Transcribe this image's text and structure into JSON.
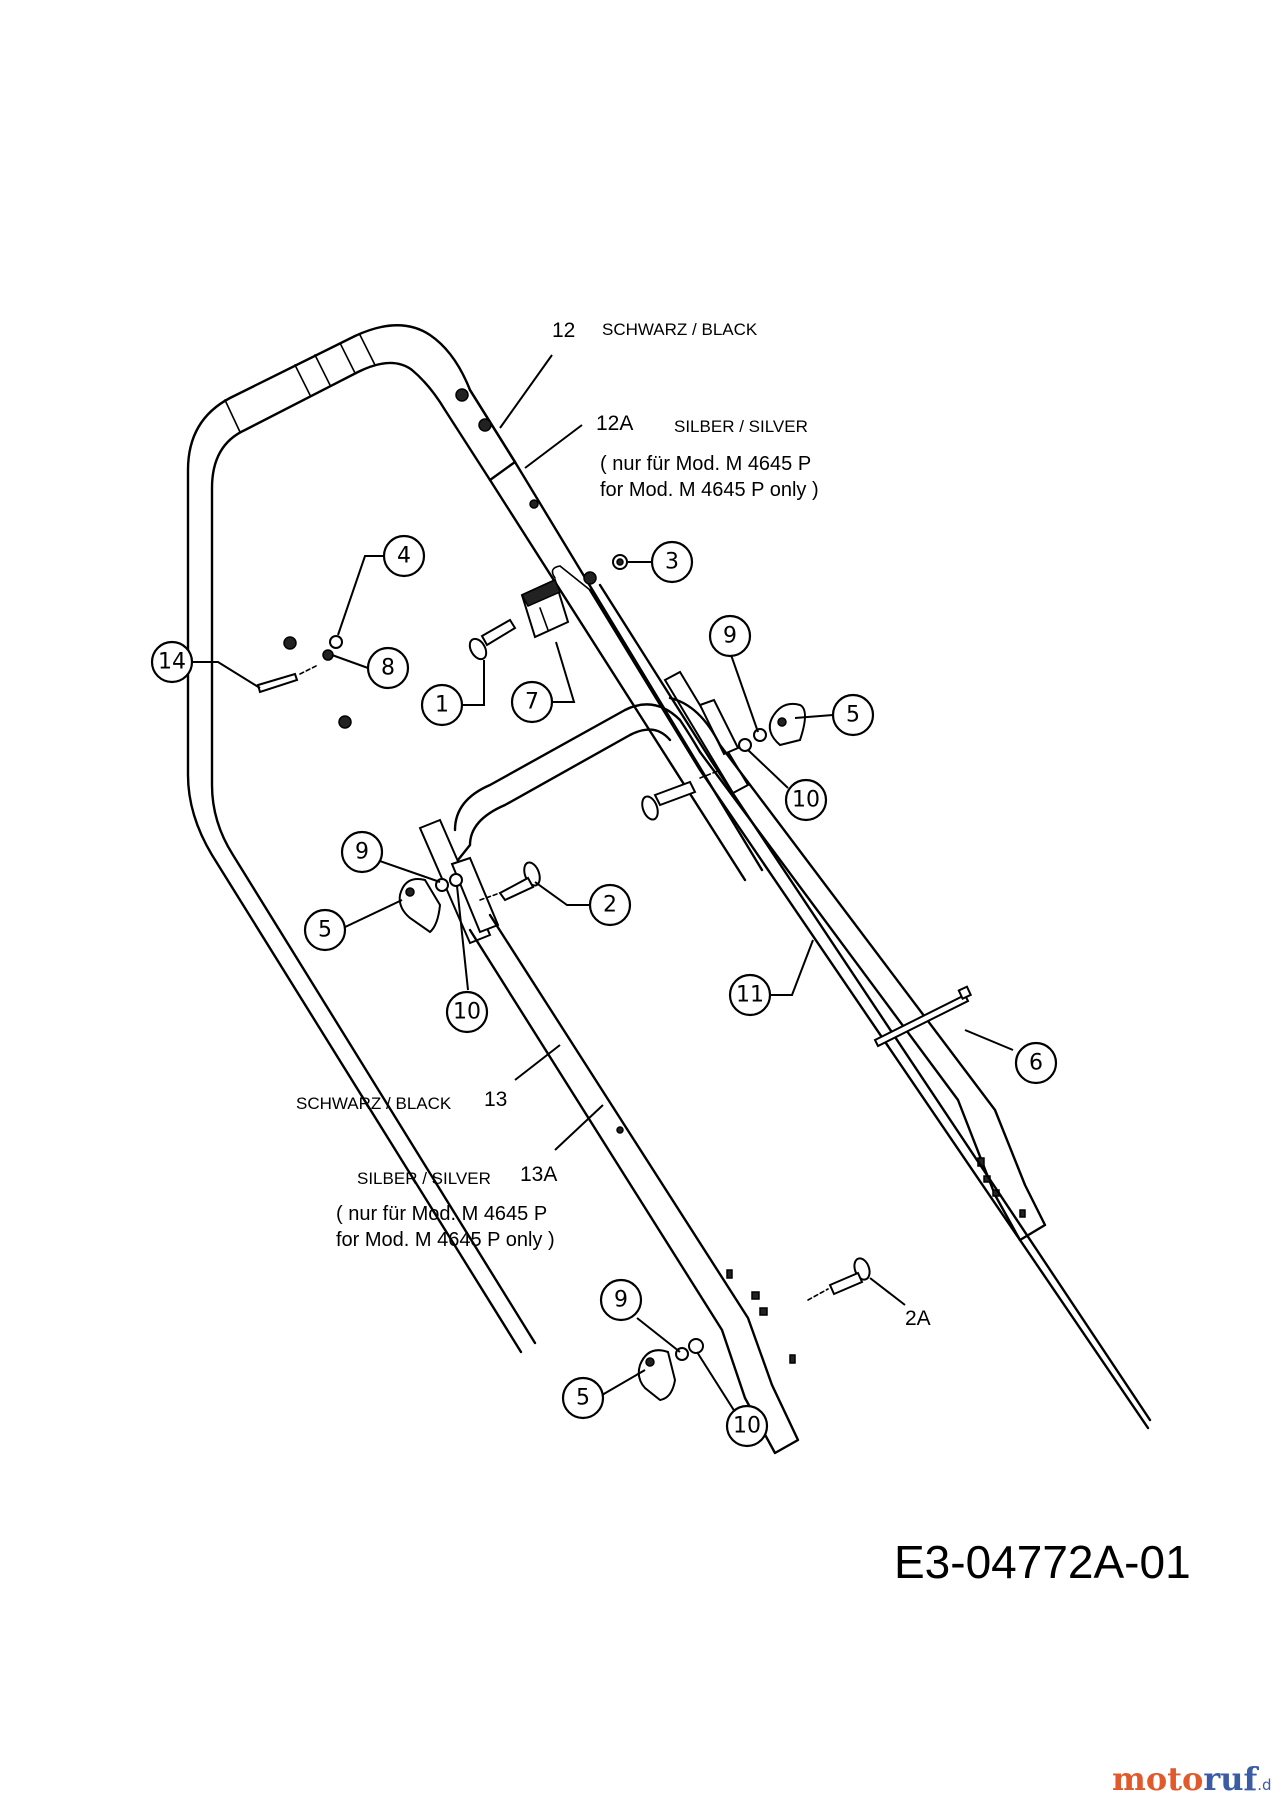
{
  "labels": {
    "p12": "12",
    "p12_color": "SCHWARZ / BLACK",
    "p12a": "12A",
    "p12a_color": "SILBER / SILVER",
    "p12a_note1": "( nur für Mod. M 4645 P",
    "p12a_note2": "for Mod. M 4645 P  only )",
    "p13": "13",
    "p13_color": "SCHWARZ / BLACK",
    "p13a": "13A",
    "p13a_color": "SILBER / SILVER",
    "p13a_note1": "( nur für Mod. M 4645 P",
    "p13a_note2": "for Mod. M 4645 P  only )",
    "p2a": "2A"
  },
  "callouts": {
    "c1": "1",
    "c2": "2",
    "c3": "3",
    "c4": "4",
    "c5a": "5",
    "c5b": "5",
    "c5c": "5",
    "c6": "6",
    "c7": "7",
    "c8": "8",
    "c9a": "9",
    "c9b": "9",
    "c9c": "9",
    "c10a": "10",
    "c10b": "10",
    "c10c": "10",
    "c11": "11",
    "c14": "14"
  },
  "drawing_number": "E3-04772A-01",
  "watermark": {
    "brand_a": "moto",
    "brand_b": "ruf",
    "suffix": ".de"
  }
}
